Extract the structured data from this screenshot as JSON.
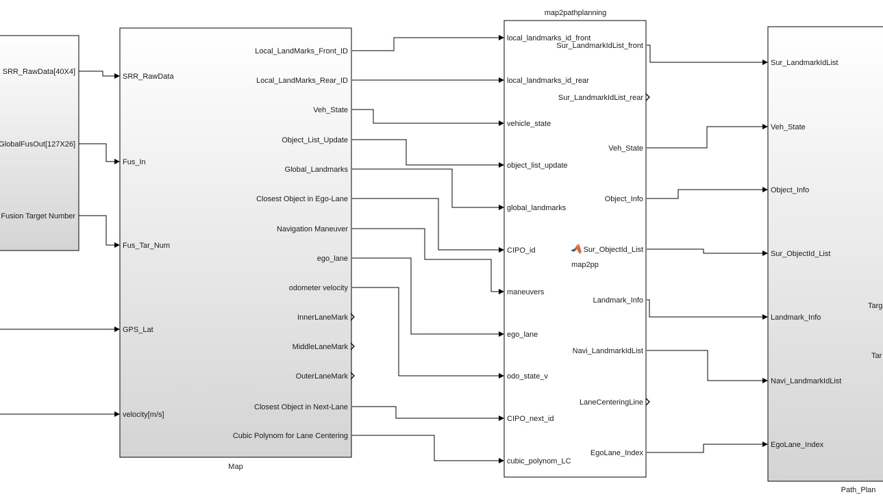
{
  "blocks": {
    "source": {
      "outputs": [
        "SRR_RawData[40X4]",
        "GlobalFusOut[127X26]",
        "Fusion Target Number"
      ]
    },
    "map": {
      "name": "Map",
      "inputs": [
        "SRR_RawData",
        "Fus_In",
        "Fus_Tar_Num",
        "GPS_Lat",
        "velocity[m/s]"
      ],
      "outputs": [
        "Local_LandMarks_Front_ID",
        "Local_LandMarks_Rear_ID",
        "Veh_State",
        "Object_List_Update",
        "Global_Landmarks",
        "Closest Object in Ego-Lane",
        "Navigation Maneuver",
        "ego_lane",
        "odometer velocity",
        "InnerLaneMark",
        "MiddleLaneMark",
        "OuterLaneMark",
        "Closest Object in Next-Lane",
        "Cubic Polynom for Lane Centering"
      ]
    },
    "map2pp": {
      "title": "map2pathplanning",
      "subtitle": "map2pp",
      "inputs": [
        "local_landmarks_id_front",
        "local_landmarks_id_rear",
        "vehicle_state",
        "object_list_update",
        "global_landmarks",
        "CIPO_id",
        "maneuvers",
        "ego_lane",
        "odo_state_v",
        "CIPO_next_id",
        "cubic_polynom_LC"
      ],
      "outputs": [
        "Sur_LandmarkIdList_front",
        "Sur_LandmarkIdList_rear",
        "Veh_State",
        "Object_Info",
        "Sur_ObjectId_List",
        "Landmark_Info",
        "Navi_LandmarkIdList",
        "LaneCenteringLine",
        "EgoLane_Index"
      ]
    },
    "path_plan": {
      "name": "Path_Plan",
      "inputs": [
        "Sur_LandmarkIdList",
        "Veh_State",
        "Object_Info",
        "Sur_ObjectId_List",
        "Landmark_Info",
        "Navi_LandmarkIdList",
        "EgoLane_Index"
      ],
      "outputs_partial": [
        "Targe",
        "Tar"
      ]
    }
  },
  "icons": {
    "matlab": "matlab-logo-icon"
  },
  "colors": {
    "block_top": "#ffffff",
    "block_bottom": "#d6d6d6",
    "line": "#000000"
  }
}
